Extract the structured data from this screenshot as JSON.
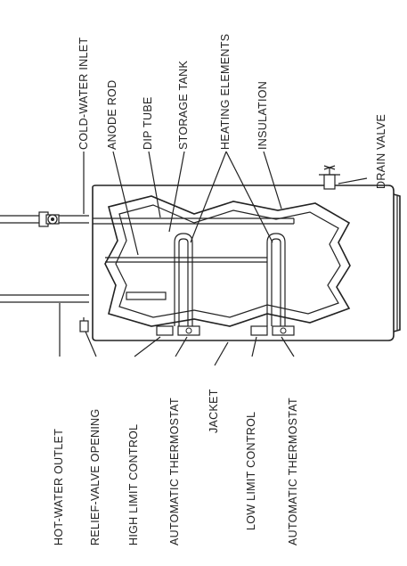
{
  "labels": {
    "cold_water_inlet": "COLD-WATER INLET",
    "anode_rod": "ANODE ROD",
    "dip_tube": "DIP TUBE",
    "storage_tank": "STORAGE TANK",
    "heating_elements": "HEATING ELEMENTS",
    "insulation": "INSULATION",
    "drain_valve": "DRAIN VALVE",
    "hot_water_outlet": "HOT-WATER OUTLET",
    "relief_valve_opening": "RELIEF-VALVE OPENING",
    "high_limit_control": "HIGH LIMIT CONTROL",
    "automatic_thermostat_1": "AUTOMATIC THERMOSTAT",
    "jacket": "JACKET",
    "low_limit_control": "LOW LIMIT CONTROL",
    "automatic_thermostat_2": "AUTOMATIC THERMOSTAT"
  }
}
